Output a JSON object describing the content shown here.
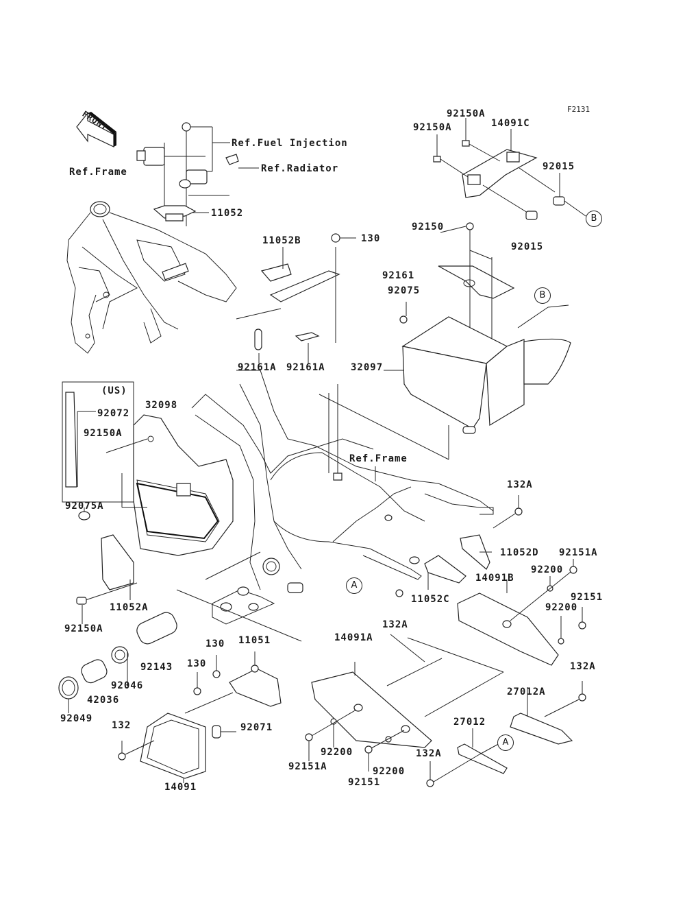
{
  "diagram": {
    "figure_code": "F2131",
    "front_arrow_label": "FRONT",
    "references": {
      "fuel_injection": "Ref.Fuel Injection",
      "radiator": "Ref.Radiator",
      "frame_top": "Ref.Frame",
      "frame_main": "Ref.Frame"
    },
    "callouts": {
      "A": "A",
      "B": "B"
    },
    "region_note": "(US)",
    "parts": {
      "p11052": "11052",
      "p11052A": "11052A",
      "p11052B": "11052B",
      "p11052C": "11052C",
      "p11052D": "11052D",
      "p11051": "11051",
      "p130_top": "130",
      "p130_a": "130",
      "p130_b": "130",
      "p132": "132",
      "p132A_frame": "132A",
      "p132A_mid": "132A",
      "p132A_right": "132A",
      "p132A_bottom": "132A",
      "p14091": "14091",
      "p14091A": "14091A",
      "p14091B": "14091B",
      "p14091C": "14091C",
      "p27012": "27012",
      "p27012A": "27012A",
      "p32097": "32097",
      "p32098": "32098",
      "p42036": "42036",
      "p92015_a": "92015",
      "p92015_b": "92015",
      "p92046": "92046",
      "p92049": "92049",
      "p92071": "92071",
      "p92072": "92072",
      "p92075": "92075",
      "p92075A": "92075A",
      "p92143": "92143",
      "p92150": "92150",
      "p92150A_top1": "92150A",
      "p92150A_top2": "92150A",
      "p92150A_left": "92150A",
      "p92150A_bottom": "92150A",
      "p92151_right": "92151",
      "p92151_bottom": "92151",
      "p92151A_right": "92151A",
      "p92151A_bottom": "92151A",
      "p92161": "92161",
      "p92161A_a": "92161A",
      "p92161A_b": "92161A",
      "p92200_right1": "92200",
      "p92200_right2": "92200",
      "p92200_bottom1": "92200",
      "p92200_bottom2": "92200"
    }
  }
}
